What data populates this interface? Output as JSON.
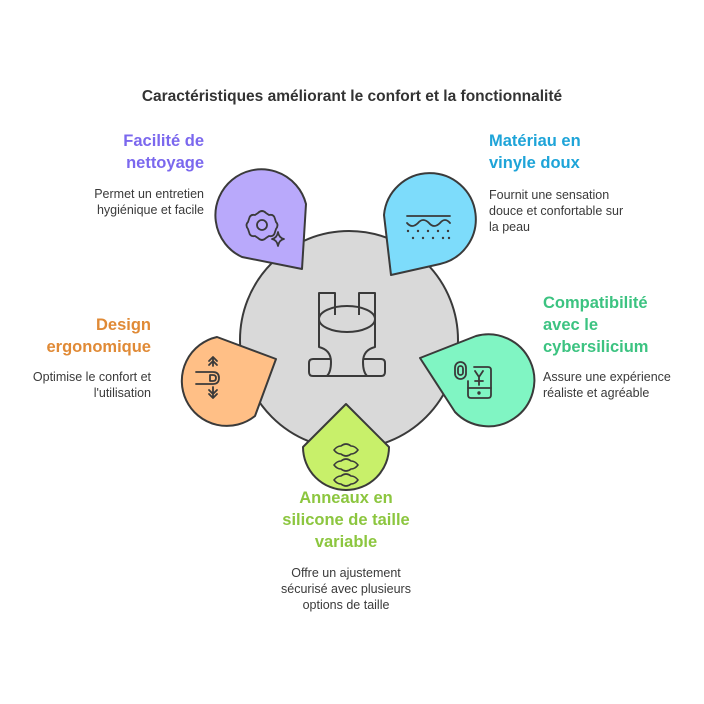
{
  "title": "Caractéristiques améliorant le confort et la fonctionnalité",
  "center": {
    "icon": "baby-carrier-icon",
    "fill": "#d9d9d9"
  },
  "features": [
    {
      "id": "cleaning",
      "title_lines": [
        "Facilité de",
        "nettoyage"
      ],
      "desc_lines": [
        "Permet un entretien",
        "hygiénique et facile"
      ],
      "icon": "gear-sparkle-icon",
      "color": "#7b68ee",
      "fill": "#b9a9fb"
    },
    {
      "id": "material",
      "title_lines": [
        "Matériau en",
        "vinyle doux"
      ],
      "desc_lines": [
        "Fournit une sensation",
        "douce et confortable sur",
        "la peau"
      ],
      "icon": "soft-surface-icon",
      "color": "#1ea4d8",
      "fill": "#7ddcfb"
    },
    {
      "id": "compatibility",
      "title_lines": [
        "Compatibilité",
        "avec le",
        "cybersilicium"
      ],
      "desc_lines": [
        "Assure une expérience",
        "réaliste et agréable"
      ],
      "icon": "fingerprint-phone-icon",
      "color": "#3cc381",
      "fill": "#80f5c3"
    },
    {
      "id": "rings",
      "title_lines": [
        "Anneaux en",
        "silicone de taille",
        "variable"
      ],
      "desc_lines": [
        "Offre un ajustement",
        "sécurisé avec plusieurs",
        "options de taille"
      ],
      "icon": "stacked-rings-icon",
      "color": "#8cc63f",
      "fill": "#c8f06a"
    },
    {
      "id": "ergonomic",
      "title_lines": [
        "Design",
        "ergonomique"
      ],
      "desc_lines": [
        "Optimise le confort et",
        "l'utilisation"
      ],
      "icon": "slider-adjust-icon",
      "color": "#e08a36",
      "fill": "#ffbf86"
    }
  ]
}
